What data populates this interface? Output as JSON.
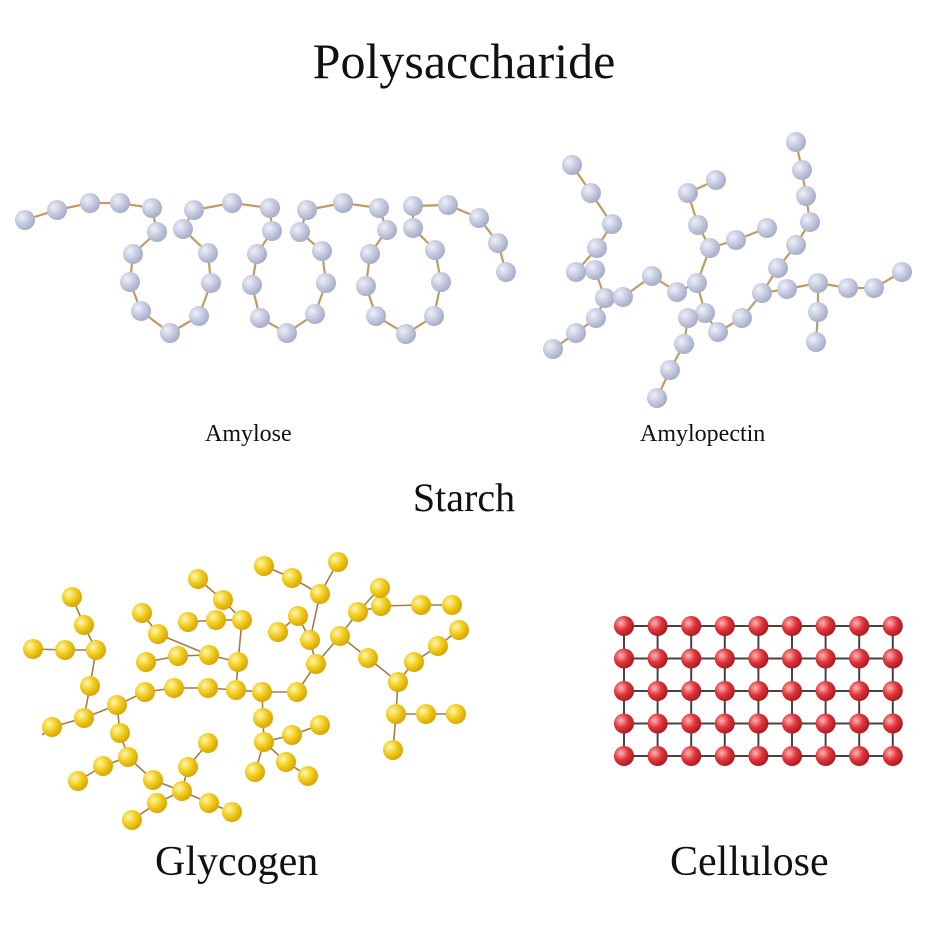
{
  "title": "Polysaccharide",
  "labels": {
    "amylose": "Amylose",
    "amylopectin": "Amylopectin",
    "starch": "Starch",
    "glycogen": "Glycogen",
    "cellulose": "Cellulose"
  },
  "colors": {
    "starch_bead": "#c3c8de",
    "starch_bond": "#c29a63",
    "glycogen_bead": "#f1cd1d",
    "glycogen_bond": "#9e7e4a",
    "cellulose_bead": "#e0353c",
    "cellulose_bond": "#444444"
  },
  "cellulose_grid": {
    "rows": 5,
    "cols": 9
  }
}
